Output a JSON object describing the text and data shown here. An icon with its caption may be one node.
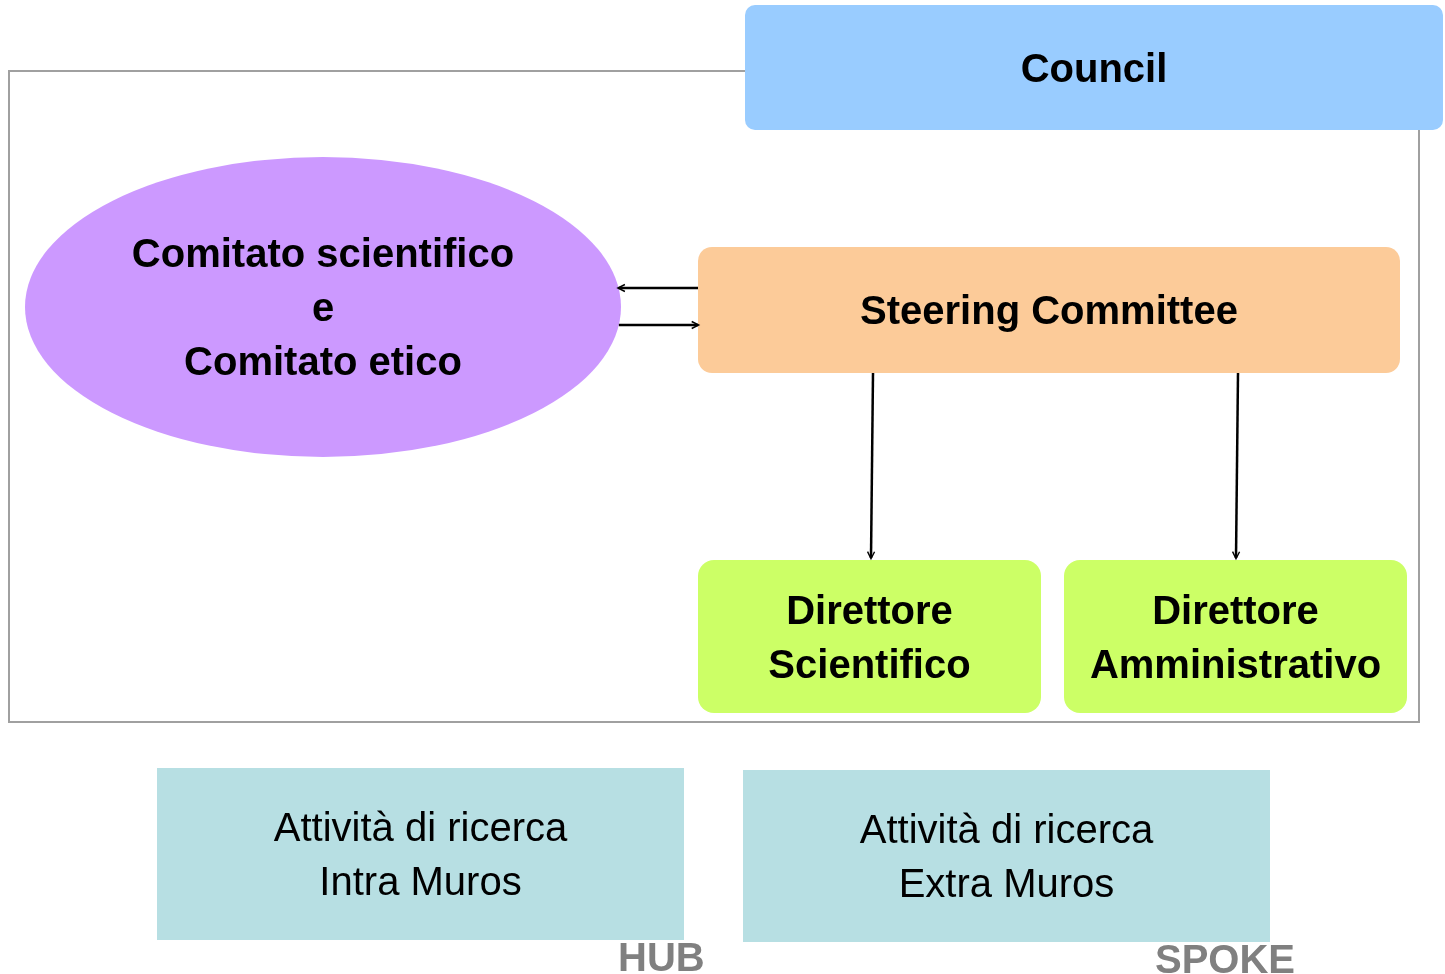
{
  "diagram": {
    "nodes": [
      {
        "text": [],
        "shape": "box"
      },
      {
        "text": [
          "Council"
        ]
      },
      {
        "text": [
          "Comitato scientifico",
          "e",
          "Comitato etico"
        ],
        "in": 0
      },
      {
        "text": [
          "Steering Committee"
        ],
        "in": 0
      },
      {
        "text": [
          "Direttore Scientifico"
        ],
        "in": 0
      },
      {
        "text": [
          "Direttore Amministrativo"
        ],
        "in": 0
      },
      {
        "text": [
          "Attività di ricerca Intra Muros"
        ],
        "beside": [
          "HUB"
        ]
      },
      {
        "text": [
          "Attività di ricerca Extra Muros"
        ],
        "beside": [
          "SPOKE"
        ]
      }
    ],
    "edges": [
      {
        "from": 3,
        "to": 2,
        "arrow": "to"
      },
      {
        "from": 2,
        "to": 3,
        "arrow": "to"
      },
      {
        "from": 3,
        "to": 4,
        "arrow": "to"
      },
      {
        "from": 3,
        "to": 5,
        "arrow": "to"
      }
    ]
  }
}
